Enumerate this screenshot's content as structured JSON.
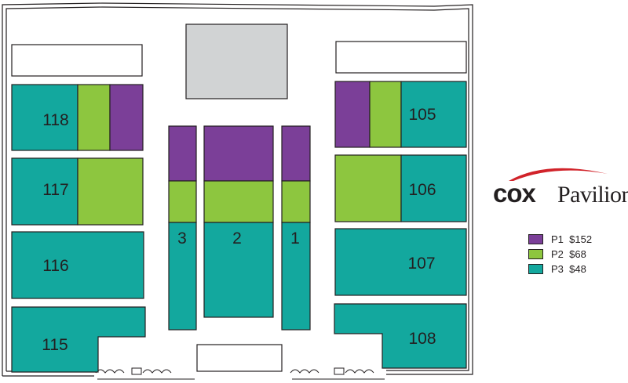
{
  "venue": {
    "logo_brand": "cox",
    "logo_name": "Pavilion",
    "logo_swoosh_color": "#d1232a"
  },
  "colors": {
    "P1": "#7b3f98",
    "P2": "#8dc63f",
    "P3": "#13a89e",
    "stage": "#d1d3d4",
    "outline": "#231f20"
  },
  "sections": {
    "s118": "118",
    "s117": "117",
    "s116": "116",
    "s115": "115",
    "s105": "105",
    "s106": "106",
    "s107": "107",
    "s108": "108",
    "s3": "3",
    "s2": "2",
    "s1": "1"
  },
  "legend": [
    {
      "level": "P1",
      "price": "$152",
      "text": "P1  $152",
      "color": "#7b3f98"
    },
    {
      "level": "P2",
      "price": "$68",
      "text": "P2  $68",
      "color": "#8dc63f"
    },
    {
      "level": "P3",
      "price": "$48",
      "text": "P3  $48",
      "color": "#13a89e"
    }
  ]
}
